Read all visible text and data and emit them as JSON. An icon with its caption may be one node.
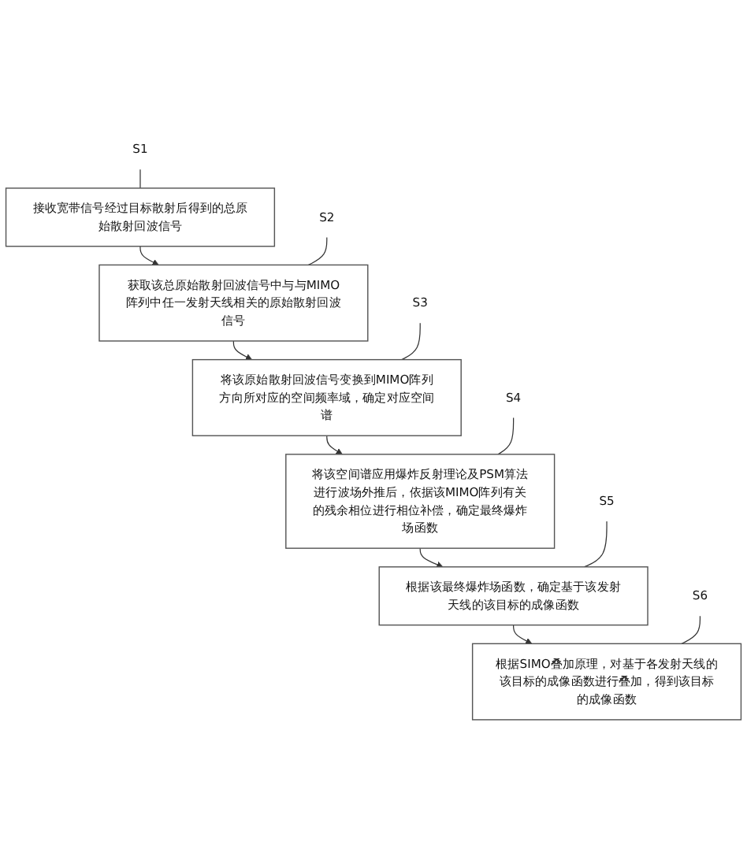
{
  "diagram": {
    "nodes": [
      {
        "text": [
          "接收宽带信号经过目标散射后得到的总原始散射回波信号"
        ]
      },
      {
        "text": [
          "获取该总原始散射回波信号中与与MIMO阵列中任一发射天线相关的原始散射回波信号"
        ]
      },
      {
        "text": [
          "将该原始散射回波信号变换到MIMO阵列方向所对应的空间频率域，确定对应空间谱"
        ]
      },
      {
        "text": [
          "将该空间谱应用爆炸反射理论及PSM算法进行波场外推后，依据该MIMO阵列有关的残余相位进行相位补偿，确定最终爆炸场函数"
        ]
      },
      {
        "text": [
          "根据该最终爆炸场函数，确定基于该发射天线的该目标的成像函数"
        ]
      },
      {
        "text": [
          "根据SIMO叠加原理，对基于各发射天线的该目标的成像函数进行叠加，得到该目标的成像函数"
        ]
      },
      {
        "text": [
          "S1"
        ]
      },
      {
        "text": [
          "S2"
        ]
      },
      {
        "text": [
          "S3"
        ]
      },
      {
        "text": [
          "S4"
        ]
      },
      {
        "text": [
          "S5"
        ]
      },
      {
        "text": [
          "S6"
        ]
      }
    ],
    "edges": [
      {
        "from": 0,
        "to": 1,
        "arrow": "to"
      },
      {
        "from": 1,
        "to": 2,
        "arrow": "to"
      },
      {
        "from": 2,
        "to": 3,
        "arrow": "to"
      },
      {
        "from": 3,
        "to": 4,
        "arrow": "to"
      },
      {
        "from": 4,
        "to": 5,
        "arrow": "to"
      },
      {
        "from": 6,
        "to": 0,
        "arrow": "none"
      },
      {
        "from": 7,
        "to": 1,
        "arrow": "none"
      },
      {
        "from": 8,
        "to": 2,
        "arrow": "none"
      },
      {
        "from": 9,
        "to": 3,
        "arrow": "none"
      },
      {
        "from": 10,
        "to": 4,
        "arrow": "none"
      },
      {
        "from": 11,
        "to": 5,
        "arrow": "none"
      }
    ]
  }
}
